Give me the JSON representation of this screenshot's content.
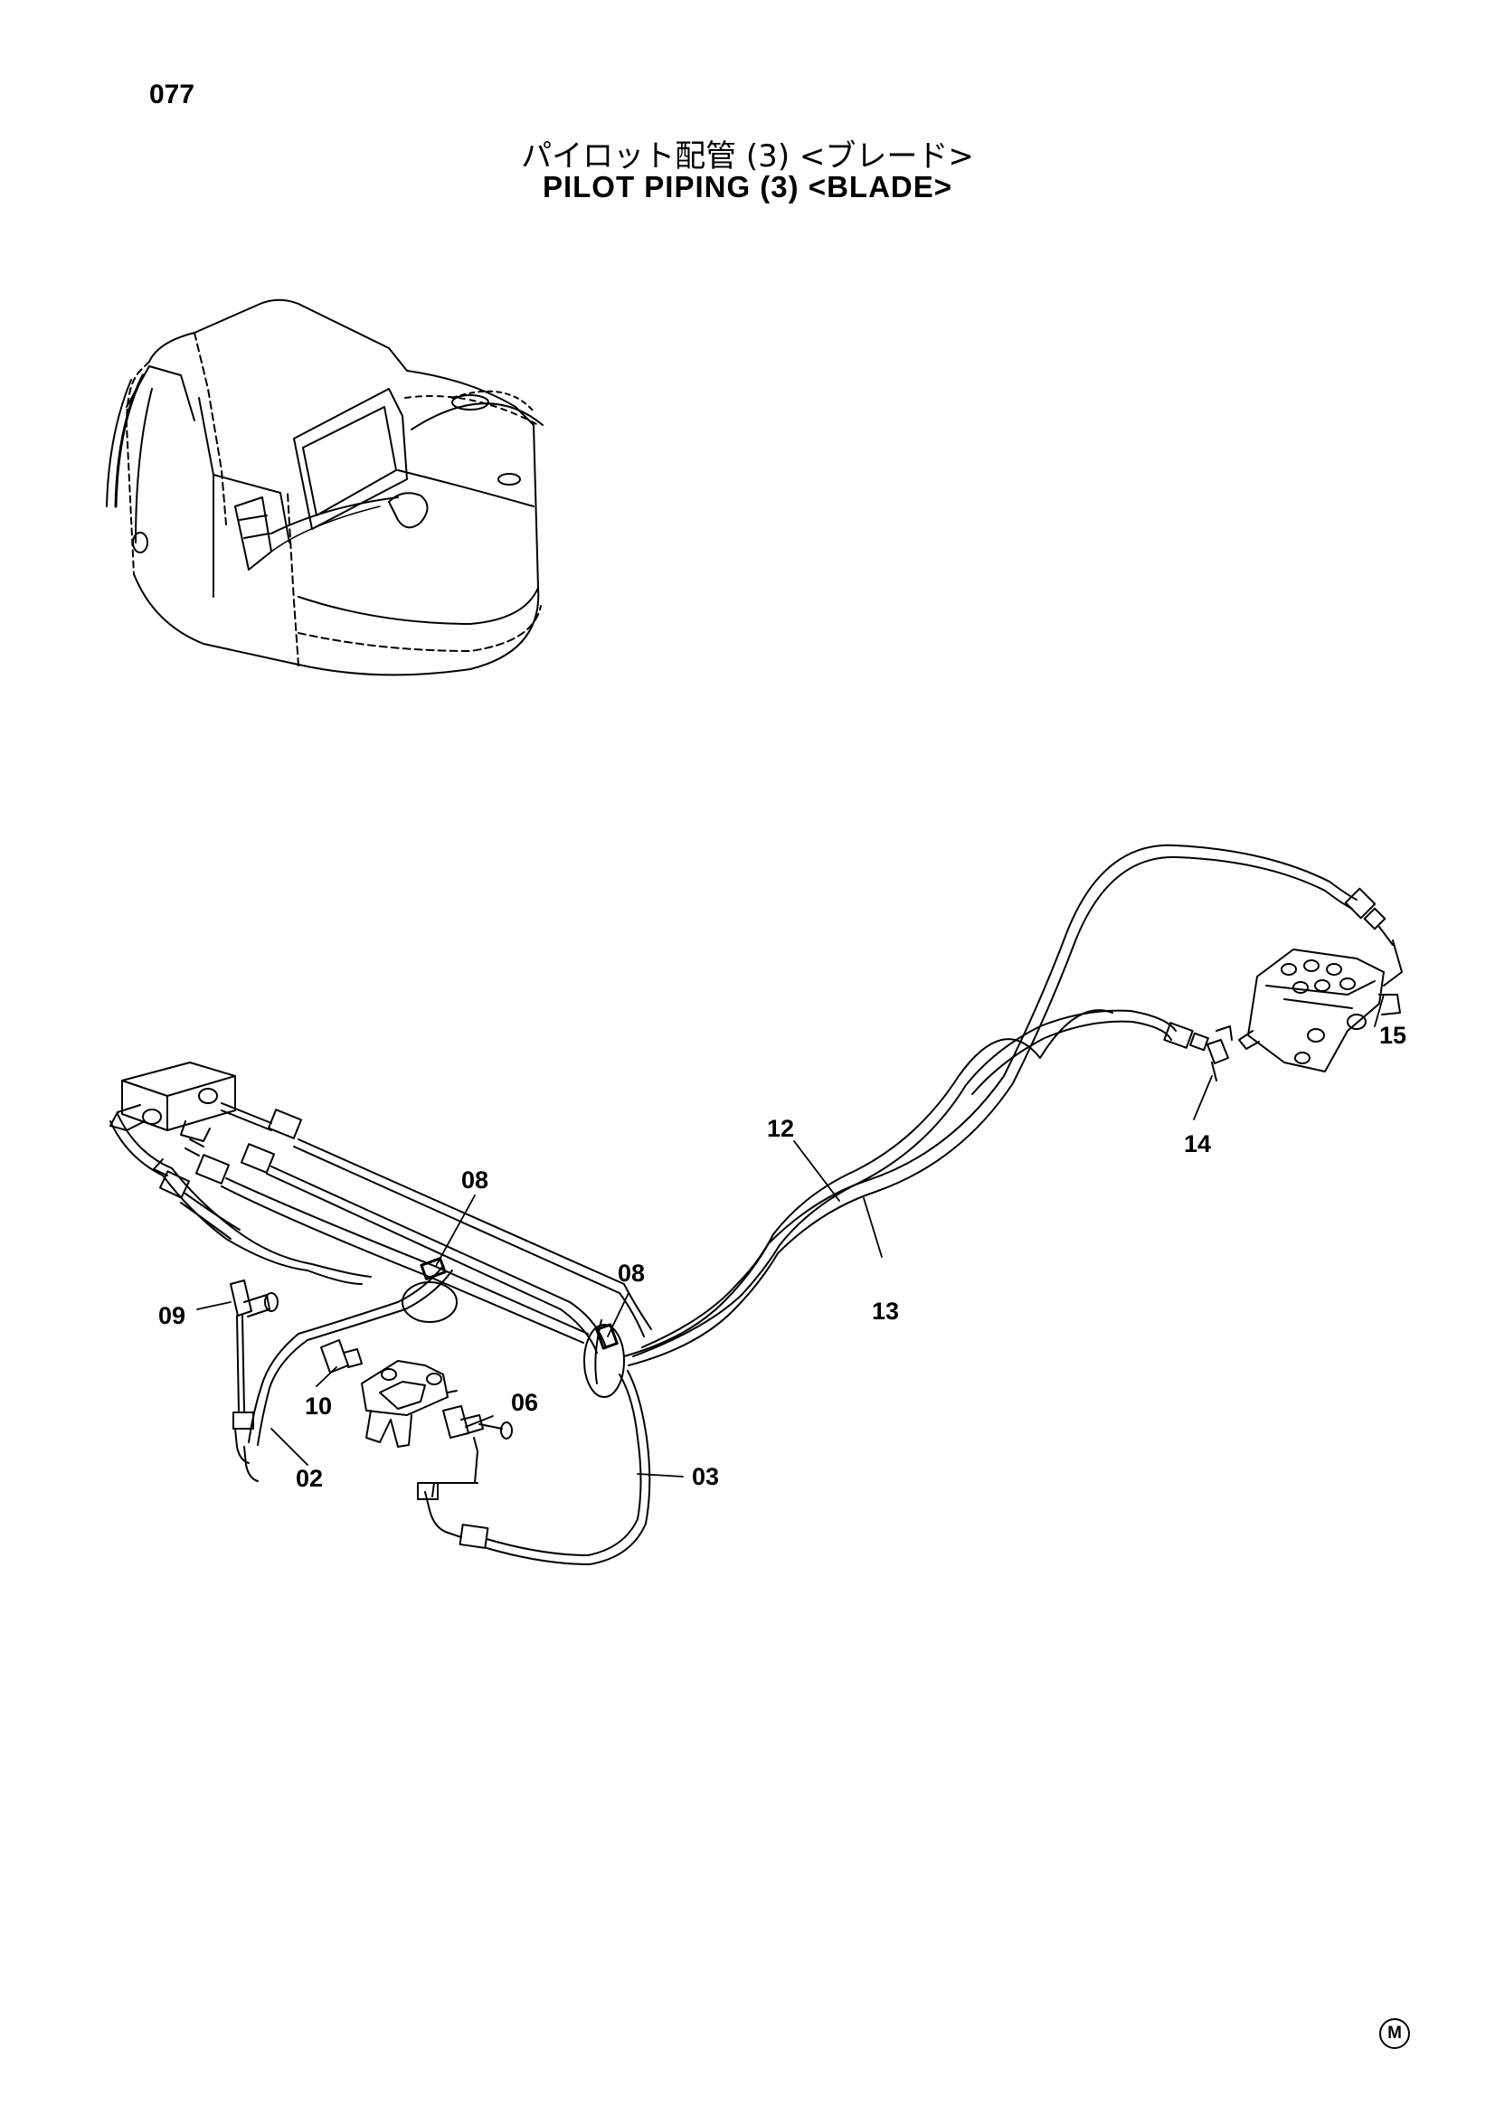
{
  "page_number": "077",
  "title": {
    "japanese": "パイロット配管 (3) <ブレード>",
    "english": "PILOT PIPING (3) <BLADE>"
  },
  "callouts": {
    "c02": "02",
    "c03": "03",
    "c06": "06",
    "c08a": "08",
    "c08b": "08",
    "c09": "09",
    "c10": "10",
    "c12": "12",
    "c13": "13",
    "c14": "14",
    "c15": "15"
  },
  "manufacturer_mark": "M"
}
